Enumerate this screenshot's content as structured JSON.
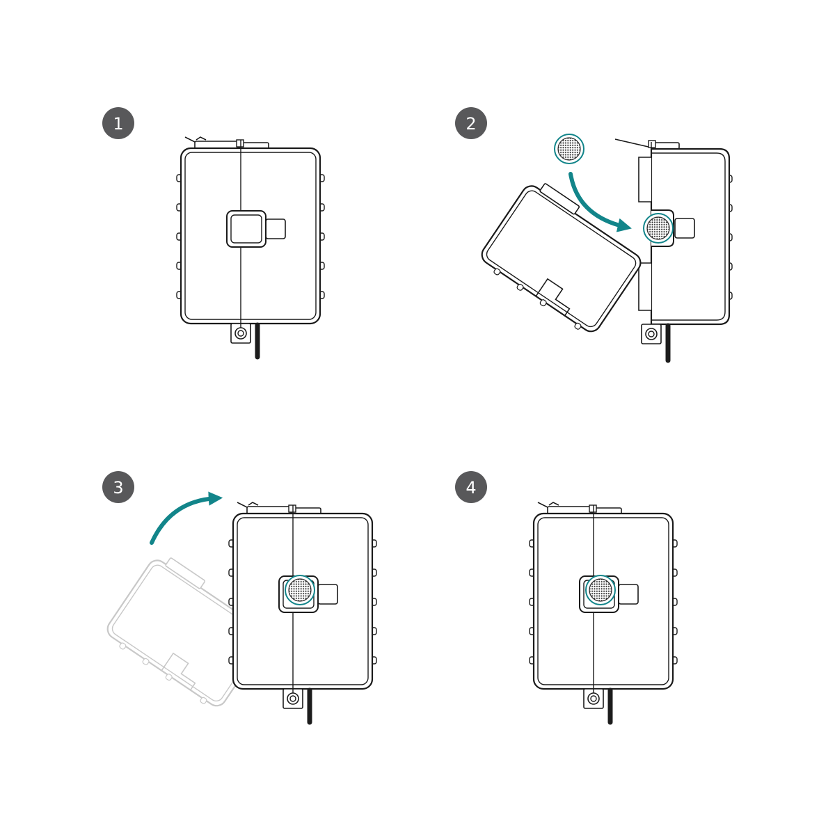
{
  "steps": [
    {
      "number": "1"
    },
    {
      "number": "2"
    },
    {
      "number": "3"
    },
    {
      "number": "4"
    }
  ],
  "colors": {
    "badge": "#58585a",
    "accent": "#12858a",
    "outline": "#1a1a1a",
    "ghost": "#c8c8c8",
    "cable": "#1c1c1c"
  },
  "icons": [
    "mesh-filter-icon",
    "curved-arrow-icon"
  ]
}
